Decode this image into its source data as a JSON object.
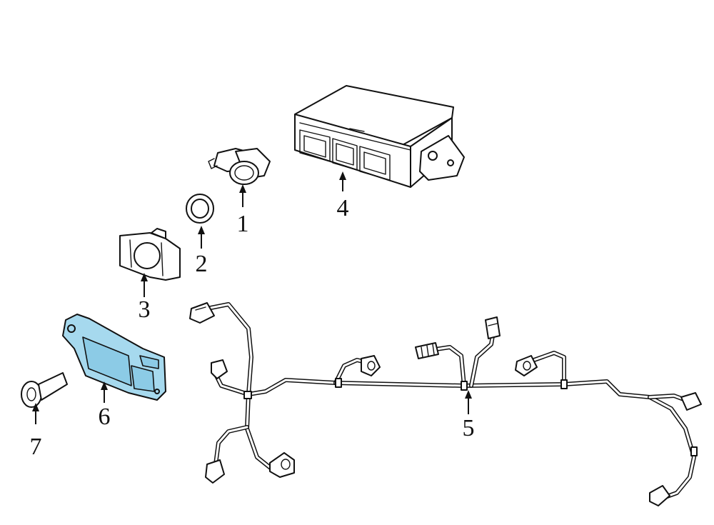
{
  "callouts": [
    {
      "id": "1",
      "label": "1"
    },
    {
      "id": "2",
      "label": "2"
    },
    {
      "id": "3",
      "label": "3"
    },
    {
      "id": "4",
      "label": "4"
    },
    {
      "id": "5",
      "label": "5"
    },
    {
      "id": "6",
      "label": "6"
    },
    {
      "id": "7",
      "label": "7"
    }
  ],
  "colors": {
    "highlight": "#a6d9ee",
    "line": "#111111",
    "background": "#ffffff"
  }
}
